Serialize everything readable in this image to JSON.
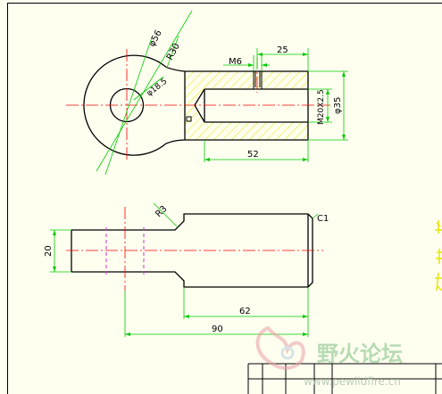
{
  "colors": {
    "background": "#fffff0",
    "outline": "#000000",
    "centerline": "#ff0000",
    "dimension": "#00cc00",
    "hatch": "#e6e600",
    "hidden": "#cc33cc",
    "watermark": "#c8dcc8"
  },
  "dimensions": {
    "phi56": "φ56",
    "r30": "R30",
    "phi18_5": "φ18.5",
    "m6": "M6",
    "d25": "25",
    "m20x2_5": "M20X2.5",
    "phi35": "φ35",
    "d52": "52",
    "r3": "R3",
    "c1": "C1",
    "d20": "20",
    "d62": "62",
    "d90": "90"
  },
  "watermark": {
    "title": "野火论坛",
    "url": "www.pewildfire.cn"
  },
  "icons": {
    "logo": "wildfire-logo-icon"
  }
}
